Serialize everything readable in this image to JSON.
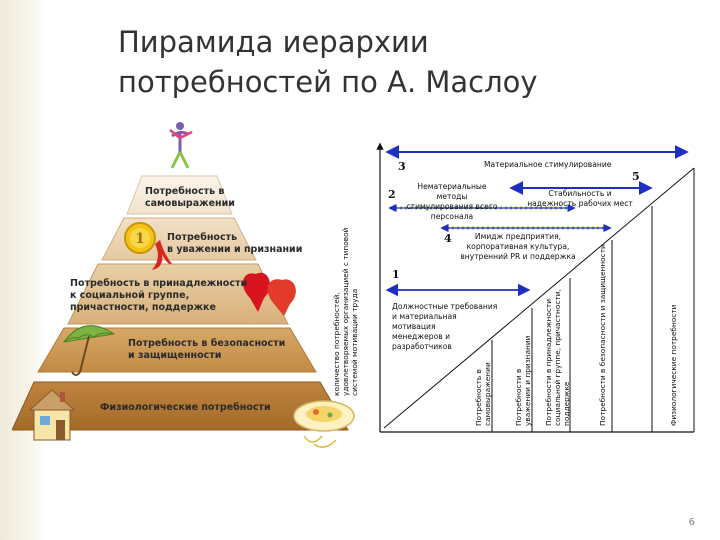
{
  "title": {
    "line1": "Пирамида иерархии",
    "line2": "потребностей по А. Маслоу"
  },
  "pyramid": {
    "tiers": [
      {
        "line1": "Потребность в",
        "line2": "самовыражении",
        "line3": ""
      },
      {
        "line1": "Потребность",
        "line2": "в уважении и признании",
        "line3": ""
      },
      {
        "line1": "Потребность в принадлежности",
        "line2": "к социальной группе,",
        "line3": "причастности, поддержке"
      },
      {
        "line1": "Потребность в безопасности",
        "line2": "и защищенности",
        "line3": ""
      },
      {
        "line1": "Физиологические потребности",
        "line2": "",
        "line3": ""
      }
    ],
    "badge": "1"
  },
  "chart": {
    "yaxis_label": {
      "line1": "количество потребностей,",
      "line2": "удовлетворяемых организацией с типовой",
      "line3": "системой мотивации труда"
    },
    "numbers": {
      "n1": "1",
      "n2": "2",
      "n3": "3",
      "n4": "4",
      "n5": "5"
    },
    "labels": {
      "material": "Материальное стимулирование",
      "nonmaterial": {
        "line1": "Нематериальные методы",
        "line2": "стимулирования всего",
        "line3": "персонала"
      },
      "stability": {
        "line1": "Стабильность и",
        "line2": "надежность рабочих мест"
      },
      "image": {
        "line1": "Имидж предприятия,",
        "line2": "корпоративная культура,",
        "line3": "внутренний PR и поддержка"
      },
      "job": {
        "line1": "Должностные требования",
        "line2": "и материальная",
        "line3": "мотивация",
        "line4": "менеджеров и",
        "line5": "разработчиков"
      }
    },
    "columns": [
      {
        "line1": "Потребность в",
        "line2": "самовыражении",
        "line3": ""
      },
      {
        "line1": "Потребности в",
        "line2": "уважении и признании",
        "line3": ""
      },
      {
        "line1": "Потребности в принадлежности",
        "line2": "социальной группе, причастности,",
        "line3": "поддержке"
      },
      {
        "line1": "Потребности в безопасности и защищенности",
        "line2": "",
        "line3": ""
      },
      {
        "line1": "Физиологические потребности",
        "line2": "",
        "line3": ""
      }
    ]
  },
  "slide_number": "6",
  "colors": {
    "arrow": "#1f2fbf",
    "dots": "#9bbd1e",
    "tier_top": "#f3e3cc",
    "tier_bottom": "#a76f2e"
  }
}
